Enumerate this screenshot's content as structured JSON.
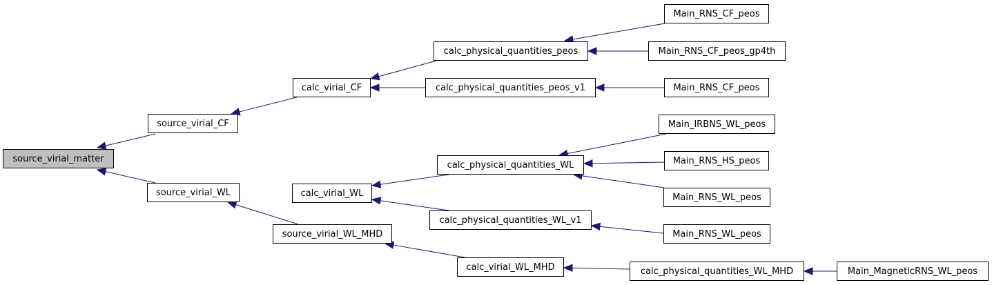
{
  "graph": {
    "edge_color": "#191970",
    "root_fill": "#bfbfbf",
    "nodes": {
      "source_virial_matter": "source_virial_matter",
      "source_virial_CF": "source_virial_CF",
      "source_virial_WL": "source_virial_WL",
      "calc_virial_CF": "calc_virial_CF",
      "calc_virial_WL": "calc_virial_WL",
      "source_virial_WL_MHD": "source_virial_WL_MHD",
      "calc_physical_quantities_peos": "calc_physical_quantities_peos",
      "calc_physical_quantities_peos_v1": "calc_physical_quantities_peos_v1",
      "calc_physical_quantities_WL": "calc_physical_quantities_WL",
      "calc_physical_quantities_WL_v1": "calc_physical_quantities_WL_v1",
      "calc_virial_WL_MHD": "calc_virial_WL_MHD",
      "calc_physical_quantities_WL_MHD": "calc_physical_quantities_WL_MHD",
      "main_rns_cf_peos_1": "Main_RNS_CF_peos",
      "main_rns_cf_peos_gp4th": "Main_RNS_CF_peos_gp4th",
      "main_rns_cf_peos_2": "Main_RNS_CF_peos",
      "main_irbns_wl_peos": "Main_IRBNS_WL_peos",
      "main_rns_hs_peos": "Main_RNS_HS_peos",
      "main_rns_wl_peos_1": "Main_RNS_WL_peos",
      "main_rns_wl_peos_2": "Main_RNS_WL_peos",
      "main_magneticrns_wl_peos": "Main_MagneticRNS_WL_peos"
    }
  }
}
